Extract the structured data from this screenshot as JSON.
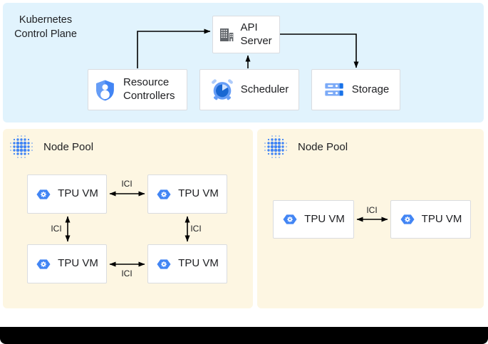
{
  "control_plane": {
    "title": "Kubernetes Control Plane",
    "api_server_label": "API Server",
    "resource_controllers_label": "Resource Controllers",
    "scheduler_label": "Scheduler",
    "storage_label": "Storage"
  },
  "node_pools": [
    {
      "label": "Node Pool",
      "vms": [
        "TPU VM",
        "TPU VM",
        "TPU VM",
        "TPU VM"
      ]
    },
    {
      "label": "Node Pool",
      "vms": [
        "TPU VM",
        "TPU VM"
      ]
    }
  ],
  "ici_label": "ICI",
  "icons": {
    "api_server": "building-icon",
    "resource_controllers": "shield-user-icon",
    "scheduler": "alarm-clock-icon",
    "storage": "disks-icon",
    "tpu_vm": "tpu-hexagon-icon",
    "node_pool": "dots-cluster-icon"
  },
  "colors": {
    "control_plane_bg": "#e1f3fd",
    "node_pool_bg": "#fdf6e2",
    "accent_blue": "#4285f4",
    "accent_blue_light": "#669df6",
    "accent_blue_pale": "#aecbfa",
    "icon_gray": "#5f6368",
    "box_border": "#dadce0",
    "text": "#202124",
    "arrow": "#000000",
    "footer_bar": "#000000"
  }
}
